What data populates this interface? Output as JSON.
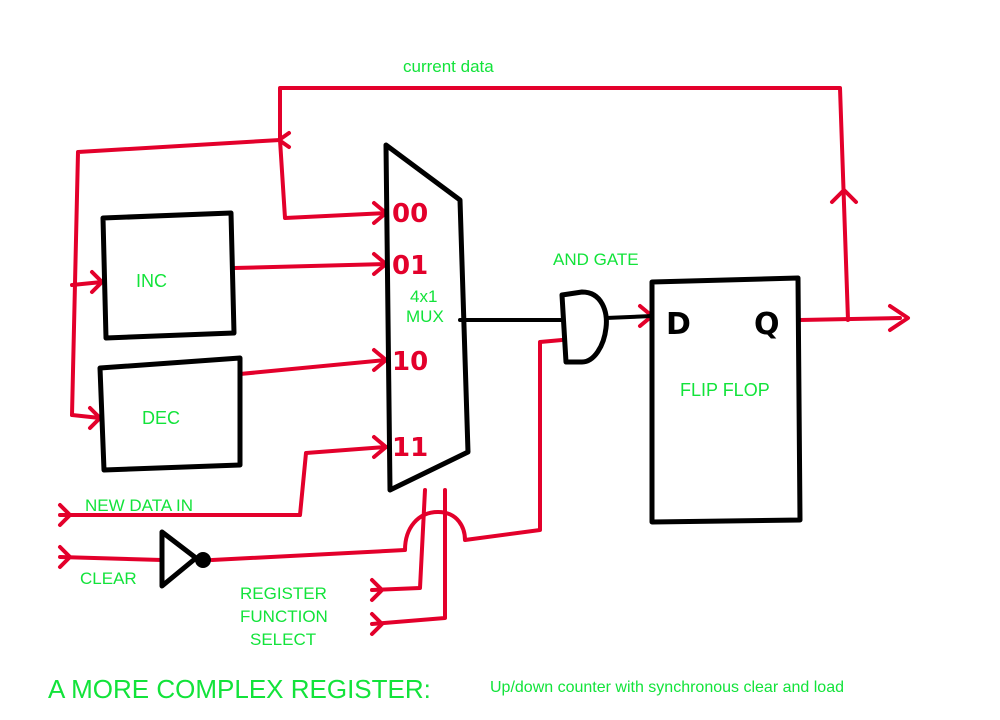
{
  "colors": {
    "wire": "#e3002b",
    "component": "#000000",
    "label": "#12e33a",
    "background": "#ffffff"
  },
  "labels": {
    "current_data": "current data",
    "inc": "INC",
    "dec": "DEC",
    "mux_line1": "4x1",
    "mux_line2": "MUX",
    "and_gate": "AND GATE",
    "flip_flop": "FLIP FLOP",
    "new_data_in": "NEW DATA IN",
    "clear": "CLEAR",
    "rfs_line1": "REGISTER",
    "rfs_line2": "FUNCTION",
    "rfs_line3": "SELECT"
  },
  "mux_inputs": [
    "00",
    "01",
    "10",
    "11"
  ],
  "flip_flop_pins": {
    "d": "D",
    "q": "Q"
  },
  "title": {
    "main": "A MORE COMPLEX REGISTER:",
    "subtitle": "Up/down counter with synchronous clear and load"
  }
}
